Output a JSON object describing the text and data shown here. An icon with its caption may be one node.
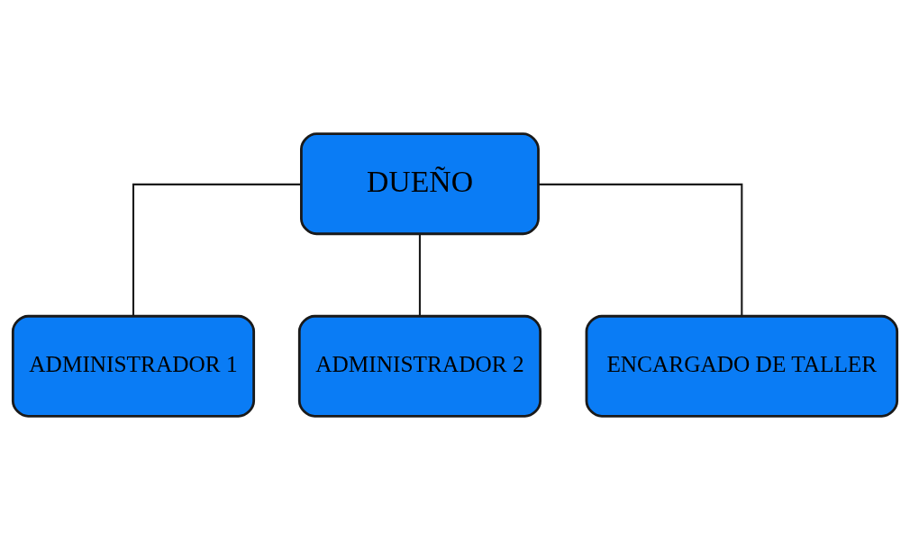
{
  "diagram": {
    "nodes": [
      {
        "text": [
          "DUEÑO"
        ]
      },
      {
        "text": [
          "ADMINISTRADOR 1"
        ]
      },
      {
        "text": [
          "ADMINISTRADOR 2"
        ]
      },
      {
        "text": [
          "ENCARGADO DE TALLER"
        ]
      }
    ],
    "edges": [
      {
        "from": 0,
        "to": 3,
        "arrow": "none"
      },
      {
        "from": 0,
        "to": 1,
        "arrow": "none"
      },
      {
        "from": 0,
        "to": 2,
        "arrow": "none"
      }
    ]
  }
}
